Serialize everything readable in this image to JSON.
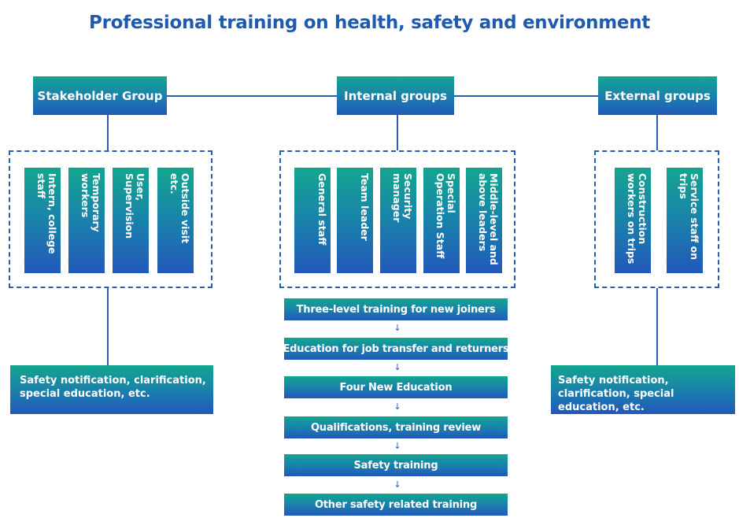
{
  "title": "Professional training on health, safety and environment",
  "groups": {
    "stakeholder": {
      "label": "Stakeholder Group",
      "members": [
        "Intern, college staff",
        "Temporary workers",
        "User, Supervision",
        "Outside visit etc."
      ],
      "note": "Safety notification, clarification, special education, etc."
    },
    "internal": {
      "label": "Internal groups",
      "members": [
        "General staff",
        "Team leader",
        "Security manager",
        "Special Operation Staff",
        "Middle-level and above leaders"
      ],
      "steps": [
        "Three-level training for new joiners",
        "Education for job transfer and returners",
        "Four New Education",
        "Qualifications, training review",
        "Safety training",
        "Other safety related training"
      ]
    },
    "external": {
      "label": "External groups",
      "members": [
        "Construction workers on trips",
        "Service staff on trips"
      ],
      "note": "Safety notification, clarification, special education, etc."
    }
  },
  "arrow_glyph": "↓",
  "colors": {
    "title": "#1e5bb0",
    "gradient_top": "#13a58f",
    "gradient_bottom": "#2258bb",
    "line": "#2a5db0"
  }
}
